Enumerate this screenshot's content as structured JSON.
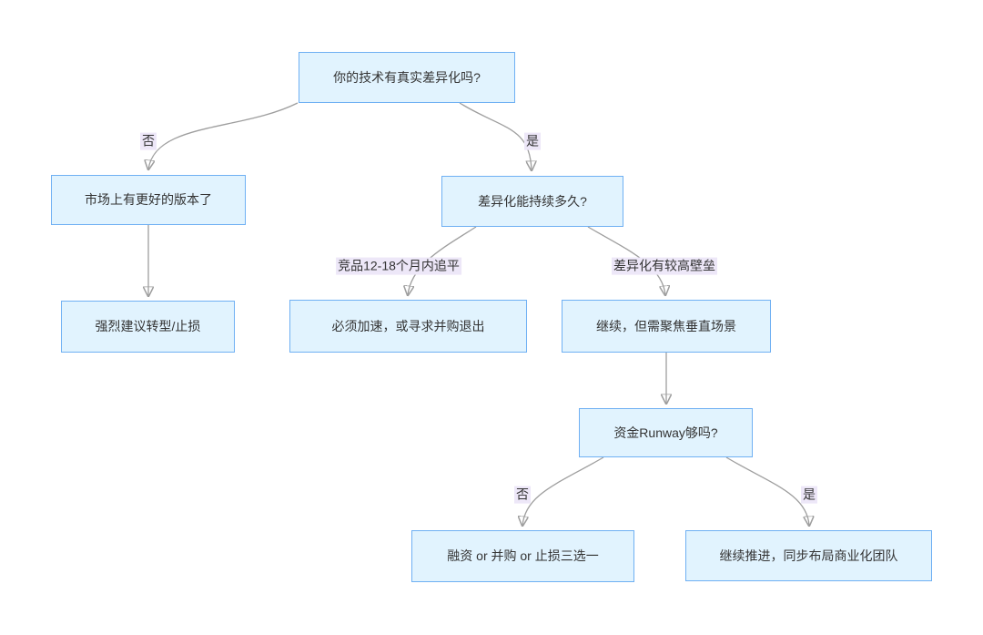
{
  "diagram": {
    "type": "flowchart",
    "direction": "top-down",
    "colors": {
      "node_fill": "#e1f3fe",
      "node_border": "#6fb0f3",
      "node_text": "#333333",
      "label_bg": "#ede7f8",
      "label_text": "#333333",
      "edge_stroke": "#9e9e9e",
      "arrow_fill": "#8f8f8f",
      "canvas_bg": "#ffffff"
    },
    "nodes": [
      {
        "id": "A",
        "label": "你的技术有真实差异化吗?"
      },
      {
        "id": "B",
        "label": "市场上有更好的版本了"
      },
      {
        "id": "C",
        "label": "强烈建议转型/止损"
      },
      {
        "id": "D",
        "label": "差异化能持续多久?"
      },
      {
        "id": "E",
        "label": "必须加速，或寻求并购退出"
      },
      {
        "id": "F",
        "label": "继续，但需聚焦垂直场景"
      },
      {
        "id": "G",
        "label": "资金Runway够吗?"
      },
      {
        "id": "H",
        "label": "融资 or 并购 or 止损三选一"
      },
      {
        "id": "I",
        "label": "继续推进，同步布局商业化团队"
      }
    ],
    "edges": [
      {
        "from": "A",
        "to": "B",
        "label": "否"
      },
      {
        "from": "A",
        "to": "D",
        "label": "是"
      },
      {
        "from": "B",
        "to": "C",
        "label": ""
      },
      {
        "from": "D",
        "to": "E",
        "label": "竞品12-18个月内追平"
      },
      {
        "from": "D",
        "to": "F",
        "label": "差异化有较高壁垒"
      },
      {
        "from": "F",
        "to": "G",
        "label": ""
      },
      {
        "from": "G",
        "to": "H",
        "label": "否"
      },
      {
        "from": "G",
        "to": "I",
        "label": "是"
      }
    ]
  }
}
